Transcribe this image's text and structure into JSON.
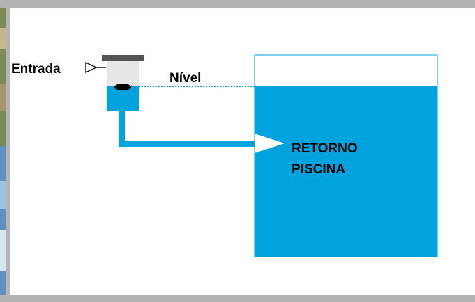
{
  "labels": {
    "inlet": "Entrada",
    "level": "Nível",
    "return_line1": "RETORNO",
    "return_line2": "PISCINA"
  },
  "colors": {
    "water": "#00a3de",
    "frame_gray": "#b3b3b3",
    "container_gray": "#e6e6e6",
    "lid": "#555555",
    "float": "#000000",
    "photo_green": "#6f7f55",
    "photo_blue": "#3f7fae"
  },
  "icons": {
    "inlet_arrow": "outline-triangle-arrow-right",
    "float": "ellipse-float",
    "return_arrow": "triangle-arrow-right"
  }
}
